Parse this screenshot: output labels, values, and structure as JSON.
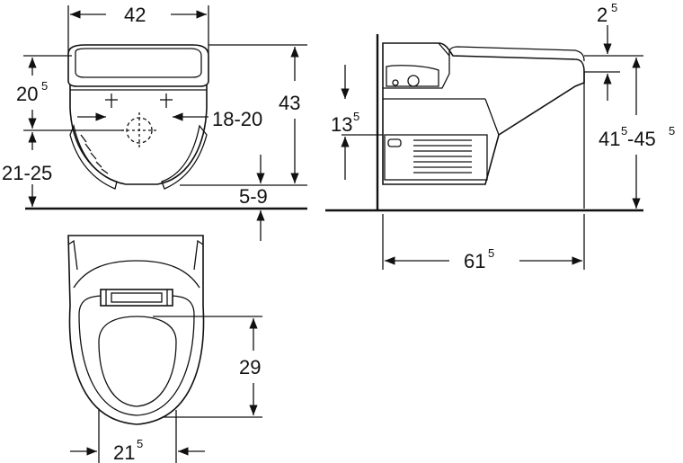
{
  "front_view": {
    "width_label": "42",
    "height_label": "43",
    "seat_to_fixing": {
      "base": "20",
      "sup": "5"
    },
    "fixing_spacing": "18-20",
    "floor_to_fixing": "21-25",
    "floor_clearance": "5-9"
  },
  "side_view": {
    "top_offset": {
      "base": "2",
      "sup": "5"
    },
    "tank_height": {
      "base": "13",
      "sup": "5"
    },
    "total_height": {
      "base": "41",
      "sup1": "5",
      "mid": "-45",
      "sup2": "5"
    },
    "depth": {
      "base": "61",
      "sup": "5"
    }
  },
  "top_view": {
    "opening_length": "29",
    "opening_width": {
      "base": "21",
      "sup": "5"
    }
  }
}
